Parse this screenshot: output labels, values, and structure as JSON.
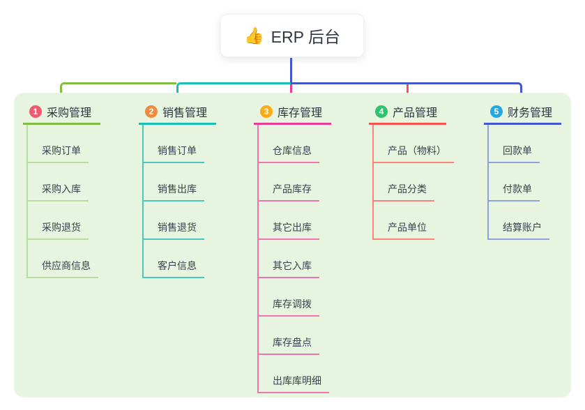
{
  "root": {
    "icon": "👍",
    "label": "ERP 后台"
  },
  "colors": {
    "panel_background": "#e7f5e0",
    "root_connector_blue": "#4356cb",
    "bus_green": "#82bd43",
    "bus_teal": "#19bfb2",
    "bus_blue": "#4356cb",
    "drop_pink": "#e63d95",
    "drop_red": "#f4544d"
  },
  "branches": [
    {
      "num": "1",
      "label": "采购管理",
      "badge_color": "#ef5a70",
      "line_color": "#82bd43",
      "child_line_color": "#b9dca2",
      "children": [
        "采购订单",
        "采购入库",
        "采购退货",
        "供应商信息"
      ]
    },
    {
      "num": "2",
      "label": "销售管理",
      "badge_color": "#f28a3e",
      "line_color": "#19bfb2",
      "child_line_color": "#4bc8bb",
      "children": [
        "销售订单",
        "销售出库",
        "销售退货",
        "客户信息"
      ]
    },
    {
      "num": "3",
      "label": "库存管理",
      "badge_color": "#f9ac18",
      "line_color": "#e63d95",
      "child_line_color": "#ee76b0",
      "children": [
        "仓库信息",
        "产品库存",
        "其它出库",
        "其它入库",
        "库存调拨",
        "库存盘点",
        "出库库明细"
      ]
    },
    {
      "num": "4",
      "label": "产品管理",
      "badge_color": "#2ec46e",
      "line_color": "#f4544d",
      "child_line_color": "#f7857e",
      "children": [
        "产品（物料）",
        "产品分类",
        "产品单位"
      ]
    },
    {
      "num": "5",
      "label": "财务管理",
      "badge_color": "#28a8e1",
      "line_color": "#4356cb",
      "child_line_color": "#8da0e0",
      "children": [
        "回款单",
        "付款单",
        "结算账户"
      ]
    }
  ]
}
